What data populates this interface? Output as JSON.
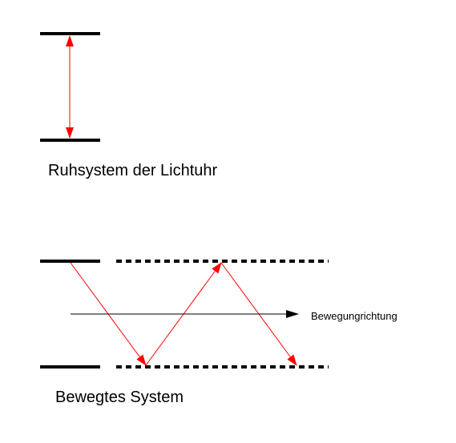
{
  "rest_frame": {
    "caption": "Ruhsystem der Lichtuhr"
  },
  "moving_frame": {
    "caption": "Bewegtes System",
    "direction_label": "Bewegungrichtung"
  },
  "colors": {
    "mirror": "#000000",
    "light_ray": "#ff0000",
    "direction_arrow": "#000000",
    "background": "#ffffff"
  }
}
